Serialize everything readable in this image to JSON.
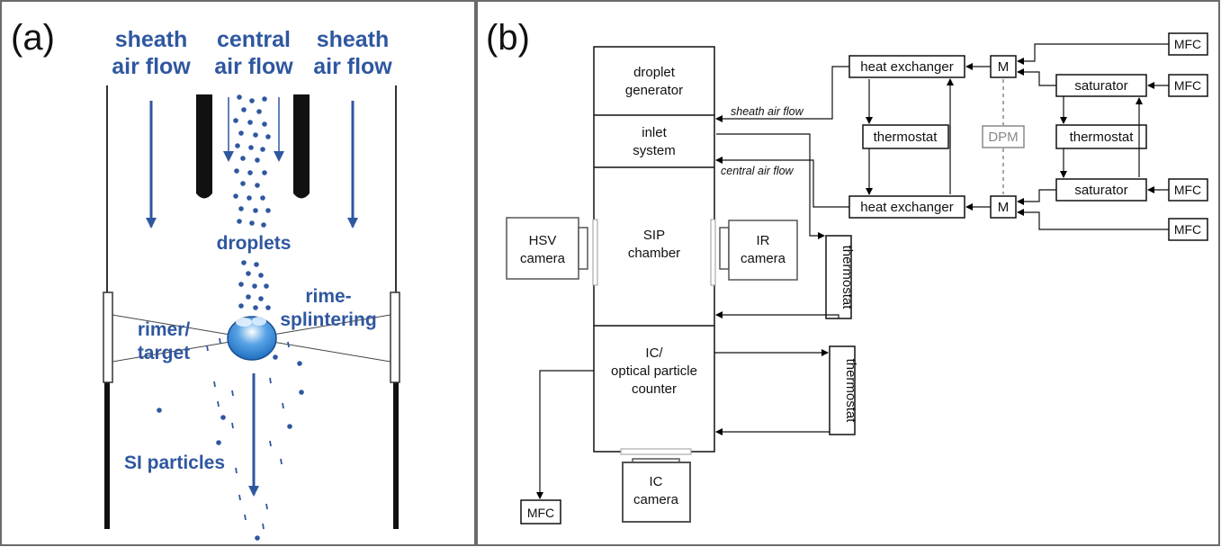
{
  "panel_a": {
    "letter": "(a)",
    "labels": {
      "sheath_left_1": "sheath",
      "sheath_left_2": "air flow",
      "central_1": "central",
      "central_2": "air flow",
      "sheath_right_1": "sheath",
      "sheath_right_2": "air flow",
      "droplets": "droplets",
      "rimer_1": "rimer/",
      "rimer_2": "target",
      "rime_1": "rime-",
      "rime_2": "splintering",
      "si_particles": "SI particles"
    },
    "colors": {
      "flow": "#2f57a0",
      "rimer_fill": "#2d7fd0"
    }
  },
  "panel_b": {
    "letter": "(b)",
    "boxes": {
      "droplet_gen_1": "droplet",
      "droplet_gen_2": "generator",
      "inlet_1": "inlet",
      "inlet_2": "system",
      "sip_1": "SIP",
      "sip_2": "chamber",
      "ic_1": "IC/",
      "ic_2": "optical particle",
      "ic_3": "counter",
      "hsv_1": "HSV",
      "hsv_2": "camera",
      "ir_1": "IR",
      "ir_2": "camera",
      "iccam_1": "IC",
      "iccam_2": "camera",
      "thermostat_sip": "thermostat",
      "thermostat_ic": "thermostat",
      "mfc_bottom": "MFC",
      "heat_ex_top": "heat exchanger",
      "heat_ex_bottom": "heat exchanger",
      "thermostat_hx": "thermostat",
      "m_top": "M",
      "m_bottom": "M",
      "dpm": "DPM",
      "saturator_top": "saturator",
      "saturator_bottom": "saturator",
      "thermostat_sat": "thermostat",
      "mfc_1": "MFC",
      "mfc_2": "MFC",
      "mfc_3": "MFC",
      "mfc_4": "MFC"
    },
    "flow_labels": {
      "sheath": "sheath air flow",
      "central": "central air flow"
    },
    "colors": {
      "dpm": "#888888"
    }
  }
}
